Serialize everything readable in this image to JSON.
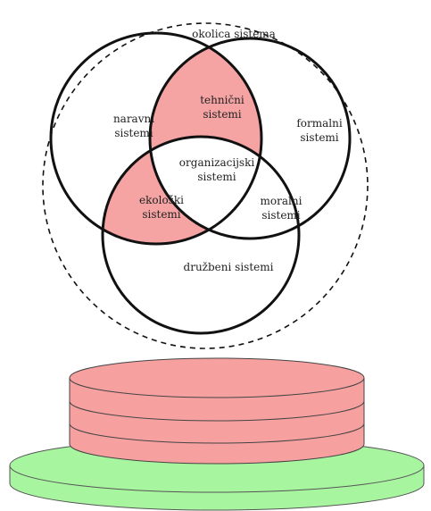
{
  "diagram": {
    "environment_label": "okolica sistema",
    "sets": [
      {
        "line1": "naravni",
        "line2": "sistemi"
      },
      {
        "line1": "formalni",
        "line2": "sistemi"
      },
      {
        "line1": "družbeni sistemi"
      }
    ],
    "overlaps": [
      {
        "line1": "tehnični",
        "line2": "sistemi"
      },
      {
        "line1": "ekološki",
        "line2": "sistemi"
      },
      {
        "line1": "moralni",
        "line2": "sistemi"
      },
      {
        "line1": "organizacijski",
        "line2": "sistemi"
      }
    ]
  },
  "colors": {
    "highlight": "#f5a3a3",
    "outline": "#111111",
    "cylinder": "#f7a0a0",
    "base": "#a8f5a0"
  }
}
